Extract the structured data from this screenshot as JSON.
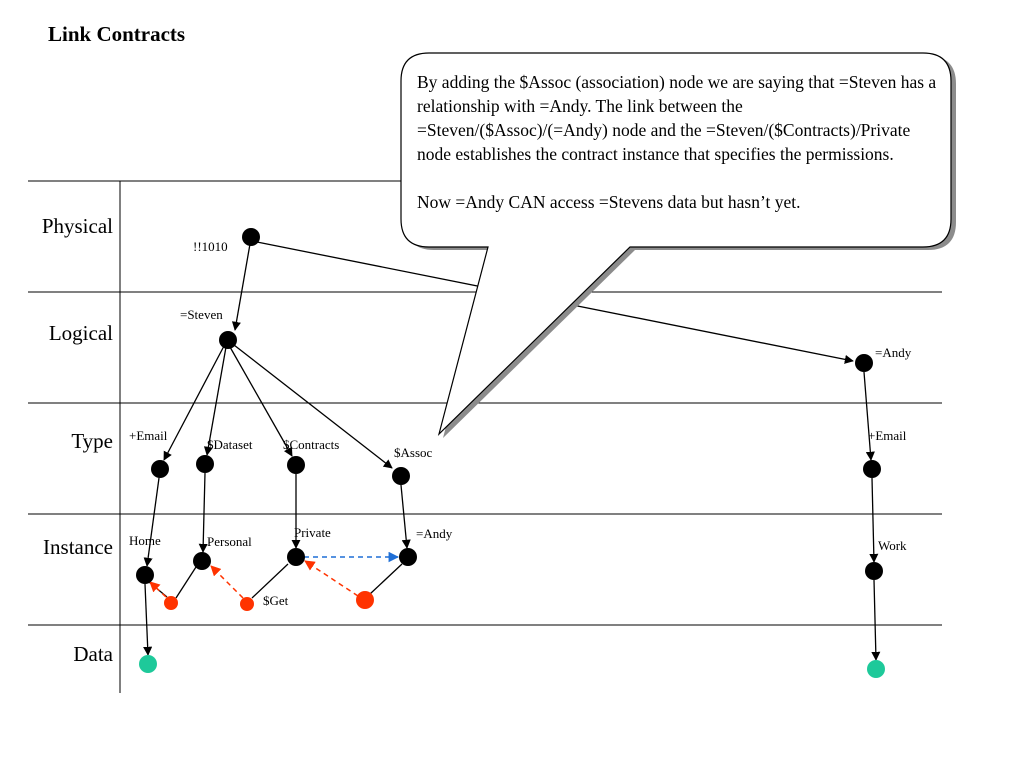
{
  "title": "Link Contracts",
  "layers": [
    "Physical",
    "Logical",
    "Type",
    "Instance",
    "Data"
  ],
  "nodes": {
    "physical": "!!1010",
    "steven": "=Steven",
    "andy_logical": "=Andy",
    "email_type": "+Email",
    "dataset_type": "$Dataset",
    "contracts_type": "$Contracts",
    "assoc_type": "$Assoc",
    "andy_email_type": "+Email",
    "home": "Home",
    "personal": "Personal",
    "private": "Private",
    "andy_instance": "=Andy",
    "work": "Work",
    "get": "$Get"
  },
  "callout": {
    "paragraph1": "By adding the $Assoc (association) node we are saying that =Steven has a relationship with =Andy. The link between the =Steven/($Assoc)/(=Andy) node and the =Steven/($Contracts)/Private node establishes the contract instance that specifies the permissions.",
    "paragraph2": "Now =Andy CAN access =Stevens data but hasn’t yet."
  },
  "colors": {
    "node": "#000000",
    "contract_node": "#ff3300",
    "data_node": "#1ec99a",
    "contract_link": "#ff3300",
    "permission_link": "#1f6fd6",
    "callout_shadow": "#8c8c8c"
  }
}
